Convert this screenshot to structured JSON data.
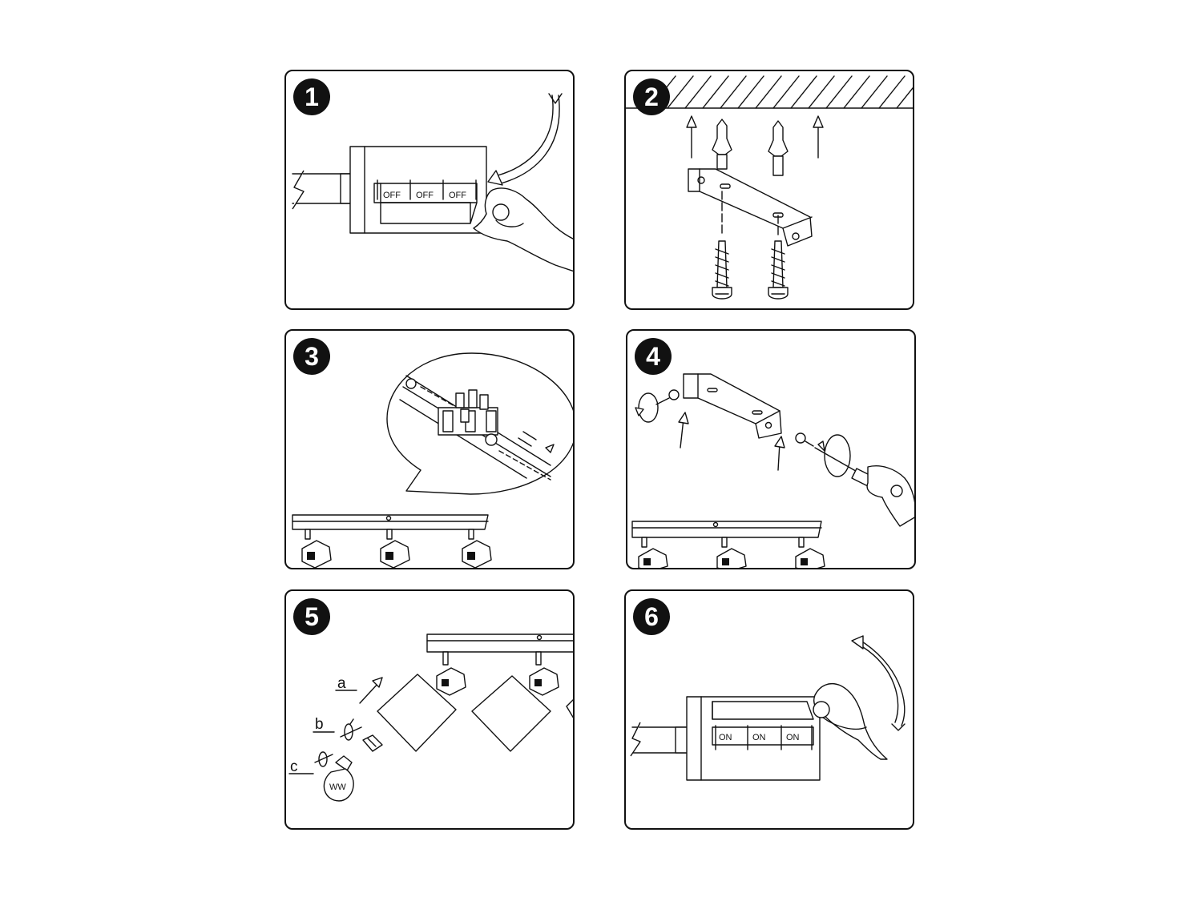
{
  "steps": [
    {
      "number": "1",
      "switch_label": "OFF"
    },
    {
      "number": "2"
    },
    {
      "number": "3"
    },
    {
      "number": "4"
    },
    {
      "number": "5",
      "part_labels": {
        "a": "a",
        "b": "b",
        "c": "c"
      }
    },
    {
      "number": "6",
      "switch_label": "ON"
    }
  ],
  "icons": [
    "breaker-box",
    "hand",
    "curved-arrow",
    "wall-plug",
    "screw",
    "mounting-bracket",
    "terminal-block",
    "spotlight-bar",
    "screwdriver",
    "light-bulb",
    "lampshade"
  ]
}
